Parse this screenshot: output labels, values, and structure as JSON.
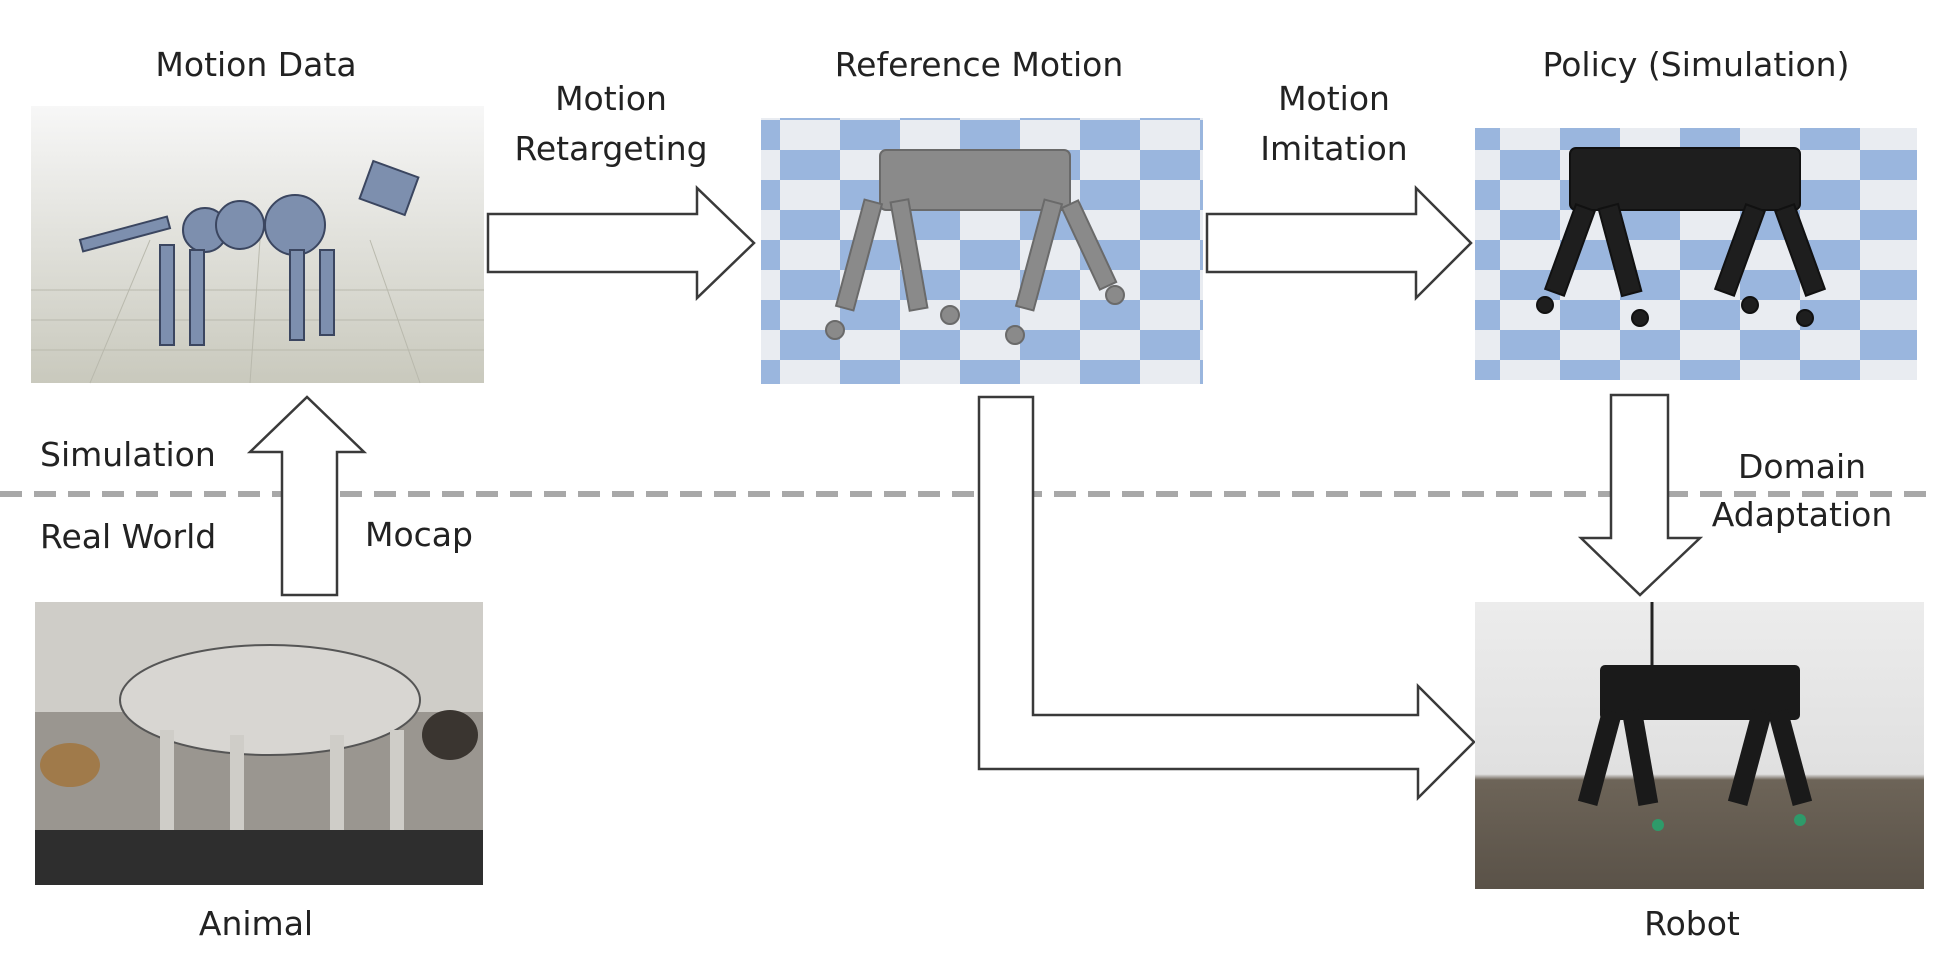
{
  "titles": {
    "motion_data": "Motion Data",
    "reference_motion": "Reference Motion",
    "policy": "Policy (Simulation)",
    "animal": "Animal",
    "robot": "Robot"
  },
  "arrows": {
    "retargeting": [
      "Motion",
      "Retargeting"
    ],
    "imitation": [
      "Motion",
      "Imitation"
    ],
    "mocap": "Mocap",
    "domain_adaptation": [
      "Domain",
      "Adaptation"
    ]
  },
  "regions": {
    "simulation": "Simulation",
    "real_world": "Real World"
  }
}
